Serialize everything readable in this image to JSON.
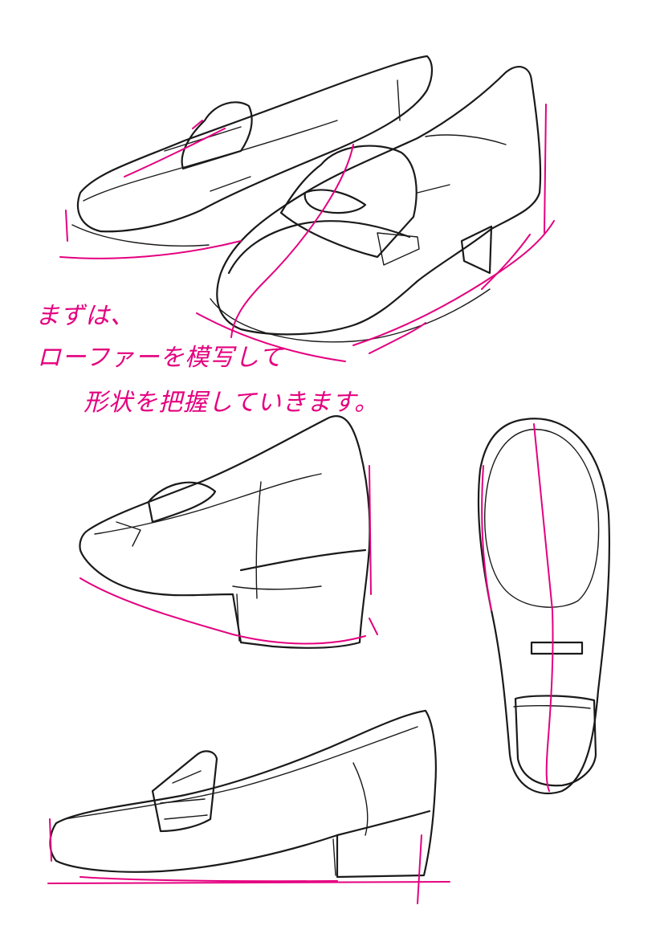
{
  "annotation": {
    "lines": [
      "まずは、",
      "ローファーを模写して",
      "形状を把握していきます。"
    ]
  },
  "colors": {
    "ink": "#1a1a1a",
    "guide": "#e4007f",
    "paper": "#ffffff"
  },
  "sketches": [
    {
      "id": "pair-three-quarter",
      "subject": "loafer pair, three-quarter view"
    },
    {
      "id": "single-back-three-quarter",
      "subject": "loafer, rear three-quarter view"
    },
    {
      "id": "sole-bottom",
      "subject": "loafer sole, bottom view"
    },
    {
      "id": "single-side",
      "subject": "loafer, side view"
    }
  ]
}
